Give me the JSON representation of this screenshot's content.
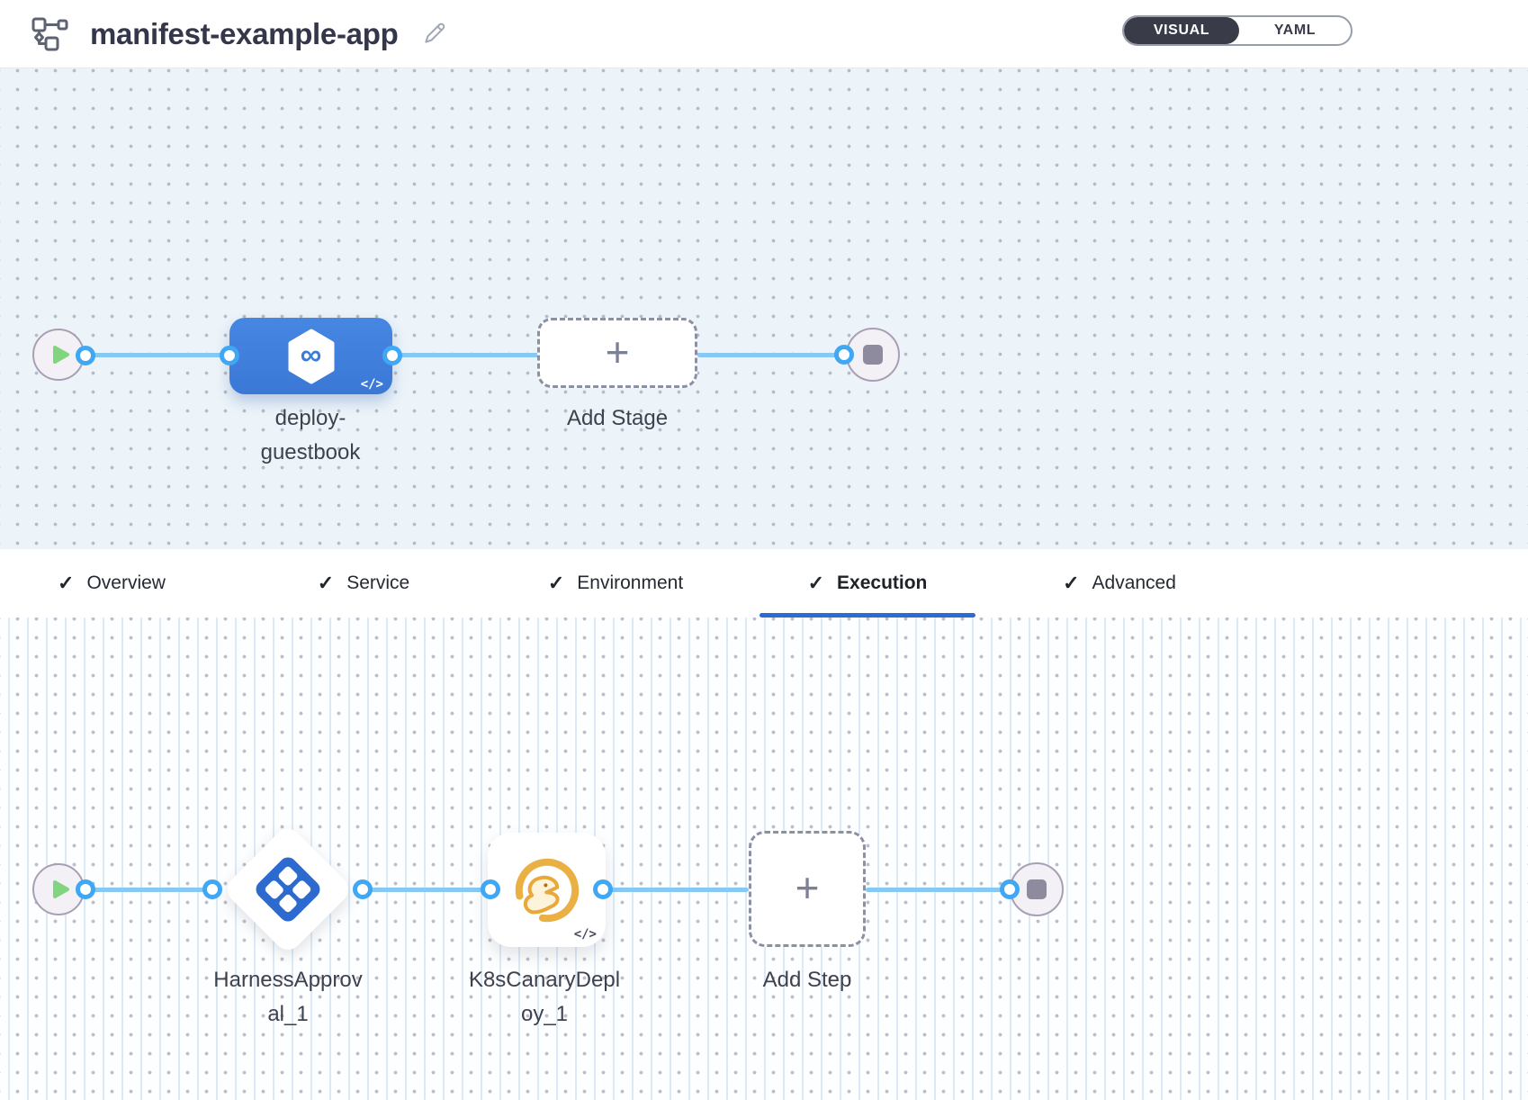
{
  "header": {
    "title": "manifest-example-app",
    "view_toggle": {
      "visual_label": "VISUAL",
      "yaml_label": "YAML",
      "selected": "VISUAL"
    }
  },
  "icons": {
    "check": "✓",
    "plus": "+",
    "infinity": "∞",
    "code_badge": "</>"
  },
  "stage_canvas": {
    "stage_name": "deploy-guestbook",
    "stage_label": "deploy-\nguestbook",
    "add_stage_label": "Add Stage"
  },
  "tabs": [
    {
      "label": "Overview",
      "checked": true,
      "active": false
    },
    {
      "label": "Service",
      "checked": true,
      "active": false
    },
    {
      "label": "Environment",
      "checked": true,
      "active": false
    },
    {
      "label": "Execution",
      "checked": true,
      "active": true
    },
    {
      "label": "Advanced",
      "checked": true,
      "active": false
    }
  ],
  "execution_canvas": {
    "step1_name": "HarnessApproval_1",
    "step1_label": "HarnessApprov\nal_1",
    "step2_name": "K8sCanaryDeploy_1",
    "step2_label": "K8sCanaryDepl\noy_1",
    "add_step_label": "Add Step"
  },
  "colors": {
    "stage_node_blue": "#3f80dd",
    "connector_line_blue": "#87c9f3",
    "connector_dot_blue": "#3fa7f3",
    "active_tab_underline": "#2b6cd4",
    "toggle_dark": "#3a3b49",
    "play_green": "#82d57f",
    "approval_icon_blue": "#2c6ad0",
    "canary_gold": "#e9ab3a",
    "canvas_top_bg": "#edf4f9",
    "canvas_bottom_bg": "#fdfeff"
  }
}
